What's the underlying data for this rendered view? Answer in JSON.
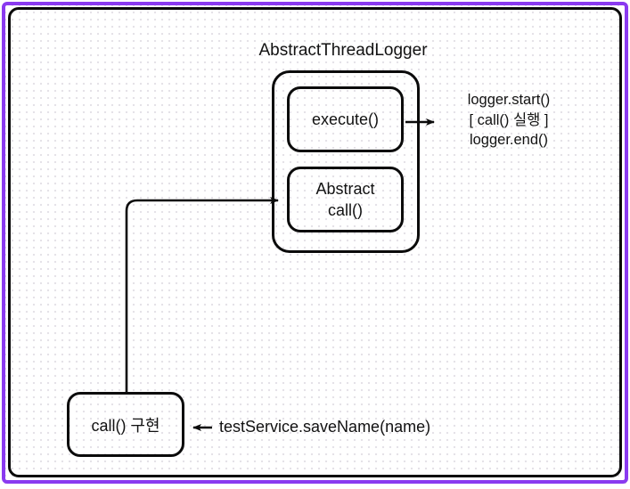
{
  "canvas": {
    "outer_frame_color": "#8a3af0",
    "inner_frame_color": "#0a0a0a",
    "dot_grid_color": "#e5e2e8",
    "stroke_color": "#0b0b0b"
  },
  "diagram": {
    "title": "AbstractThreadLogger",
    "execute_box_label": "execute()",
    "abstract_call_box": {
      "line1": "Abstract",
      "line2": "call()"
    },
    "logger_note": {
      "line1": "logger.start()",
      "line2": "[ call() 실행 ]",
      "line3": "logger.end()"
    },
    "impl_box_label": "call() 구현",
    "call_annotation": "testService.saveName(name)"
  }
}
